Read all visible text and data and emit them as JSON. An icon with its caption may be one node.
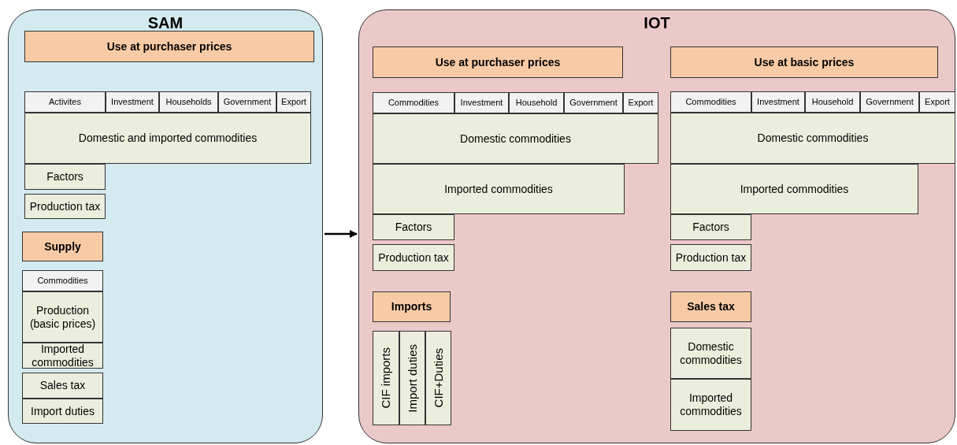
{
  "diagram": {
    "nodes": [
      {
        "text": [
          "SAM"
        ]
      },
      {
        "text": [
          "Use at purchaser prices"
        ],
        "in": 0
      },
      {
        "text": [
          "Activites"
        ],
        "in": 0
      },
      {
        "text": [
          "Investment"
        ],
        "in": 0
      },
      {
        "text": [
          "Households"
        ],
        "in": 0
      },
      {
        "text": [
          "Government"
        ],
        "in": 0
      },
      {
        "text": [
          "Export"
        ],
        "in": 0
      },
      {
        "text": [
          "Domestic and imported commodities"
        ],
        "in": 0
      },
      {
        "text": [
          "Factors"
        ],
        "in": 0
      },
      {
        "text": [
          "Production tax"
        ],
        "in": 0
      },
      {
        "text": [
          "Supply"
        ],
        "in": 0
      },
      {
        "text": [
          "Commodities"
        ],
        "in": 0
      },
      {
        "text": [
          "Production (basic prices)"
        ],
        "in": 0
      },
      {
        "text": [
          "Imported commodities"
        ],
        "in": 0
      },
      {
        "text": [
          "Sales tax"
        ],
        "in": 0
      },
      {
        "text": [
          "Import duties"
        ],
        "in": 0
      },
      {
        "text": [
          "IOT"
        ]
      },
      {
        "text": [
          "Use at purchaser prices"
        ],
        "in": 16
      },
      {
        "text": [
          "Commodities"
        ],
        "in": 16
      },
      {
        "text": [
          "Investment"
        ],
        "in": 16
      },
      {
        "text": [
          "Household"
        ],
        "in": 16
      },
      {
        "text": [
          "Government"
        ],
        "in": 16
      },
      {
        "text": [
          "Export"
        ],
        "in": 16
      },
      {
        "text": [
          "Domestic commodities"
        ],
        "in": 16
      },
      {
        "text": [
          "Imported commodities"
        ],
        "in": 16
      },
      {
        "text": [
          "Factors"
        ],
        "in": 16
      },
      {
        "text": [
          "Production tax"
        ],
        "in": 16
      },
      {
        "text": [
          "Imports"
        ],
        "in": 16
      },
      {
        "text": [
          "CIF imports"
        ],
        "in": 16
      },
      {
        "text": [
          "Import duties"
        ],
        "in": 16
      },
      {
        "text": [
          "CIF+Duties"
        ],
        "in": 16
      },
      {
        "text": [
          "Use at basic prices"
        ],
        "in": 16
      },
      {
        "text": [
          "Commodities"
        ],
        "in": 16
      },
      {
        "text": [
          "Investment"
        ],
        "in": 16
      },
      {
        "text": [
          "Household"
        ],
        "in": 16
      },
      {
        "text": [
          "Government"
        ],
        "in": 16
      },
      {
        "text": [
          "Export"
        ],
        "in": 16
      },
      {
        "text": [
          "Domestic commodities"
        ],
        "in": 16
      },
      {
        "text": [
          "Imported commodities"
        ],
        "in": 16
      },
      {
        "text": [
          "Factors"
        ],
        "in": 16
      },
      {
        "text": [
          "Production tax"
        ],
        "in": 16
      },
      {
        "text": [
          "Sales tax"
        ],
        "in": 16
      },
      {
        "text": [
          "Domestic commodities"
        ],
        "in": 16
      },
      {
        "text": [
          "Imported commodities"
        ],
        "in": 16
      }
    ],
    "edges": [
      {
        "from": 0,
        "to": 16,
        "arrow": "to"
      }
    ]
  }
}
